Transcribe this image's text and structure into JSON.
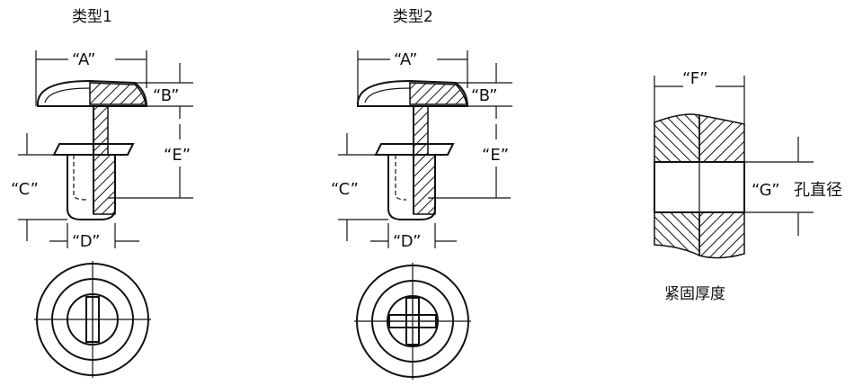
{
  "type1": {
    "title": "类型1",
    "labels": {
      "a": "“A”",
      "b": "“B”",
      "c": "“C”",
      "d": "“D”",
      "e": "“E”"
    }
  },
  "type2": {
    "title": "类型2",
    "labels": {
      "a": "“A”",
      "b": "“B”",
      "c": "“C”",
      "d": "“D”",
      "e": "“E”"
    }
  },
  "panel": {
    "f_label": "“F”",
    "g_label": "“G”",
    "hole_text": "孔直径",
    "thickness_text": "紧固厚度"
  }
}
